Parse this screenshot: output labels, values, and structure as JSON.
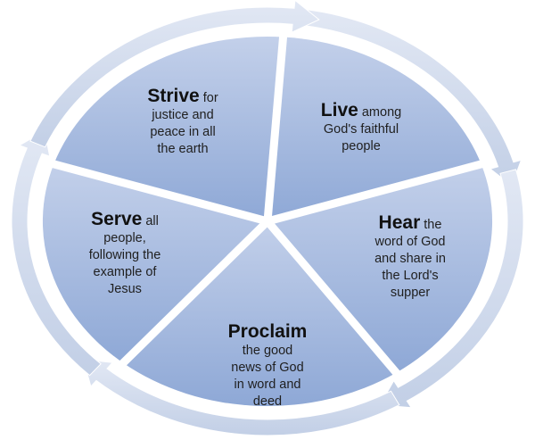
{
  "colors": {
    "ring_outer": "#dbe3f1",
    "ring_inner": "#b9c9e4",
    "segment_top": "#bccbe7",
    "segment_bottom": "#8faad7",
    "divider": "#ffffff",
    "text": "#1f1f1f"
  },
  "segments": [
    {
      "id": "strive",
      "keyword": "Strive",
      "lines": [
        "for",
        "justice and",
        "peace in all",
        "the earth"
      ]
    },
    {
      "id": "live",
      "keyword": "Live",
      "lines": [
        "among",
        "God's faithful",
        "people"
      ]
    },
    {
      "id": "hear",
      "keyword": "Hear",
      "lines": [
        "the",
        "word of God",
        "and share in",
        "the Lord's",
        "supper"
      ]
    },
    {
      "id": "proclaim",
      "keyword": "Proclaim",
      "lines": [
        "",
        "the good",
        "news of God",
        "in word and",
        "deed"
      ]
    },
    {
      "id": "serve",
      "keyword": "Serve",
      "lines": [
        "all",
        "people,",
        "following the",
        "example of",
        "Jesus"
      ]
    }
  ]
}
